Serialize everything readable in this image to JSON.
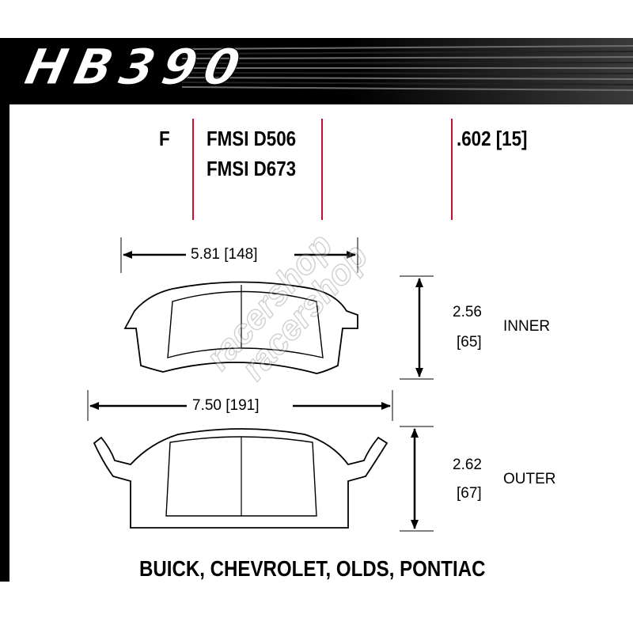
{
  "header": {
    "part_number": "HB390",
    "position": "F",
    "fmsi_1": "FMSI D506",
    "fmsi_2": "FMSI D673",
    "thickness": ".602 [15]"
  },
  "inner_pad": {
    "width_label": "5.81 [148]",
    "height_in": "2.56",
    "height_mm": "[65]",
    "label": "INNER"
  },
  "outer_pad": {
    "width_label": "7.50 [191]",
    "height_in": "2.62",
    "height_mm": "[67]",
    "label": "OUTER"
  },
  "footer": {
    "applications": "BUICK, CHEVROLET, OLDS, PONTIAC"
  },
  "watermark": {
    "text": "racershop"
  },
  "colors": {
    "divider": "#c8102e",
    "header_bg": "#000000",
    "line": "#000000"
  }
}
